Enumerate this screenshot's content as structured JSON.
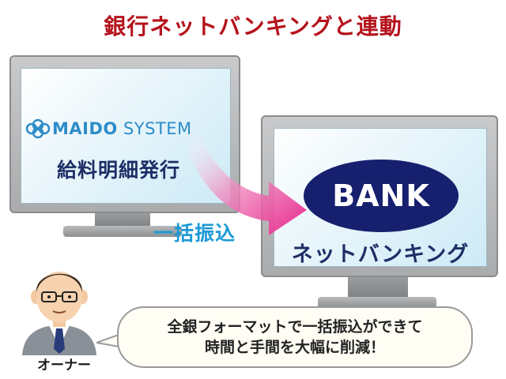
{
  "title": "銀行ネットバンキングと連動",
  "left_monitor": {
    "logo_main": "MAIDO",
    "logo_sub": "SYSTEM",
    "label": "給料明細発行"
  },
  "transfer_label": "一括振込",
  "right_monitor": {
    "bank_label": "BANK",
    "label": "ネットバンキング"
  },
  "owner_label": "オーナー",
  "speech": {
    "line1": "全銀フォーマットで一括振込ができて",
    "line2": "時間と手間を大幅に削減！"
  },
  "colors": {
    "title": "#b5121b",
    "bank_ellipse": "#16206e",
    "transfer_text": "#1c9ad6",
    "arrow": "#e8228a",
    "logo": "#2d8cc8"
  }
}
